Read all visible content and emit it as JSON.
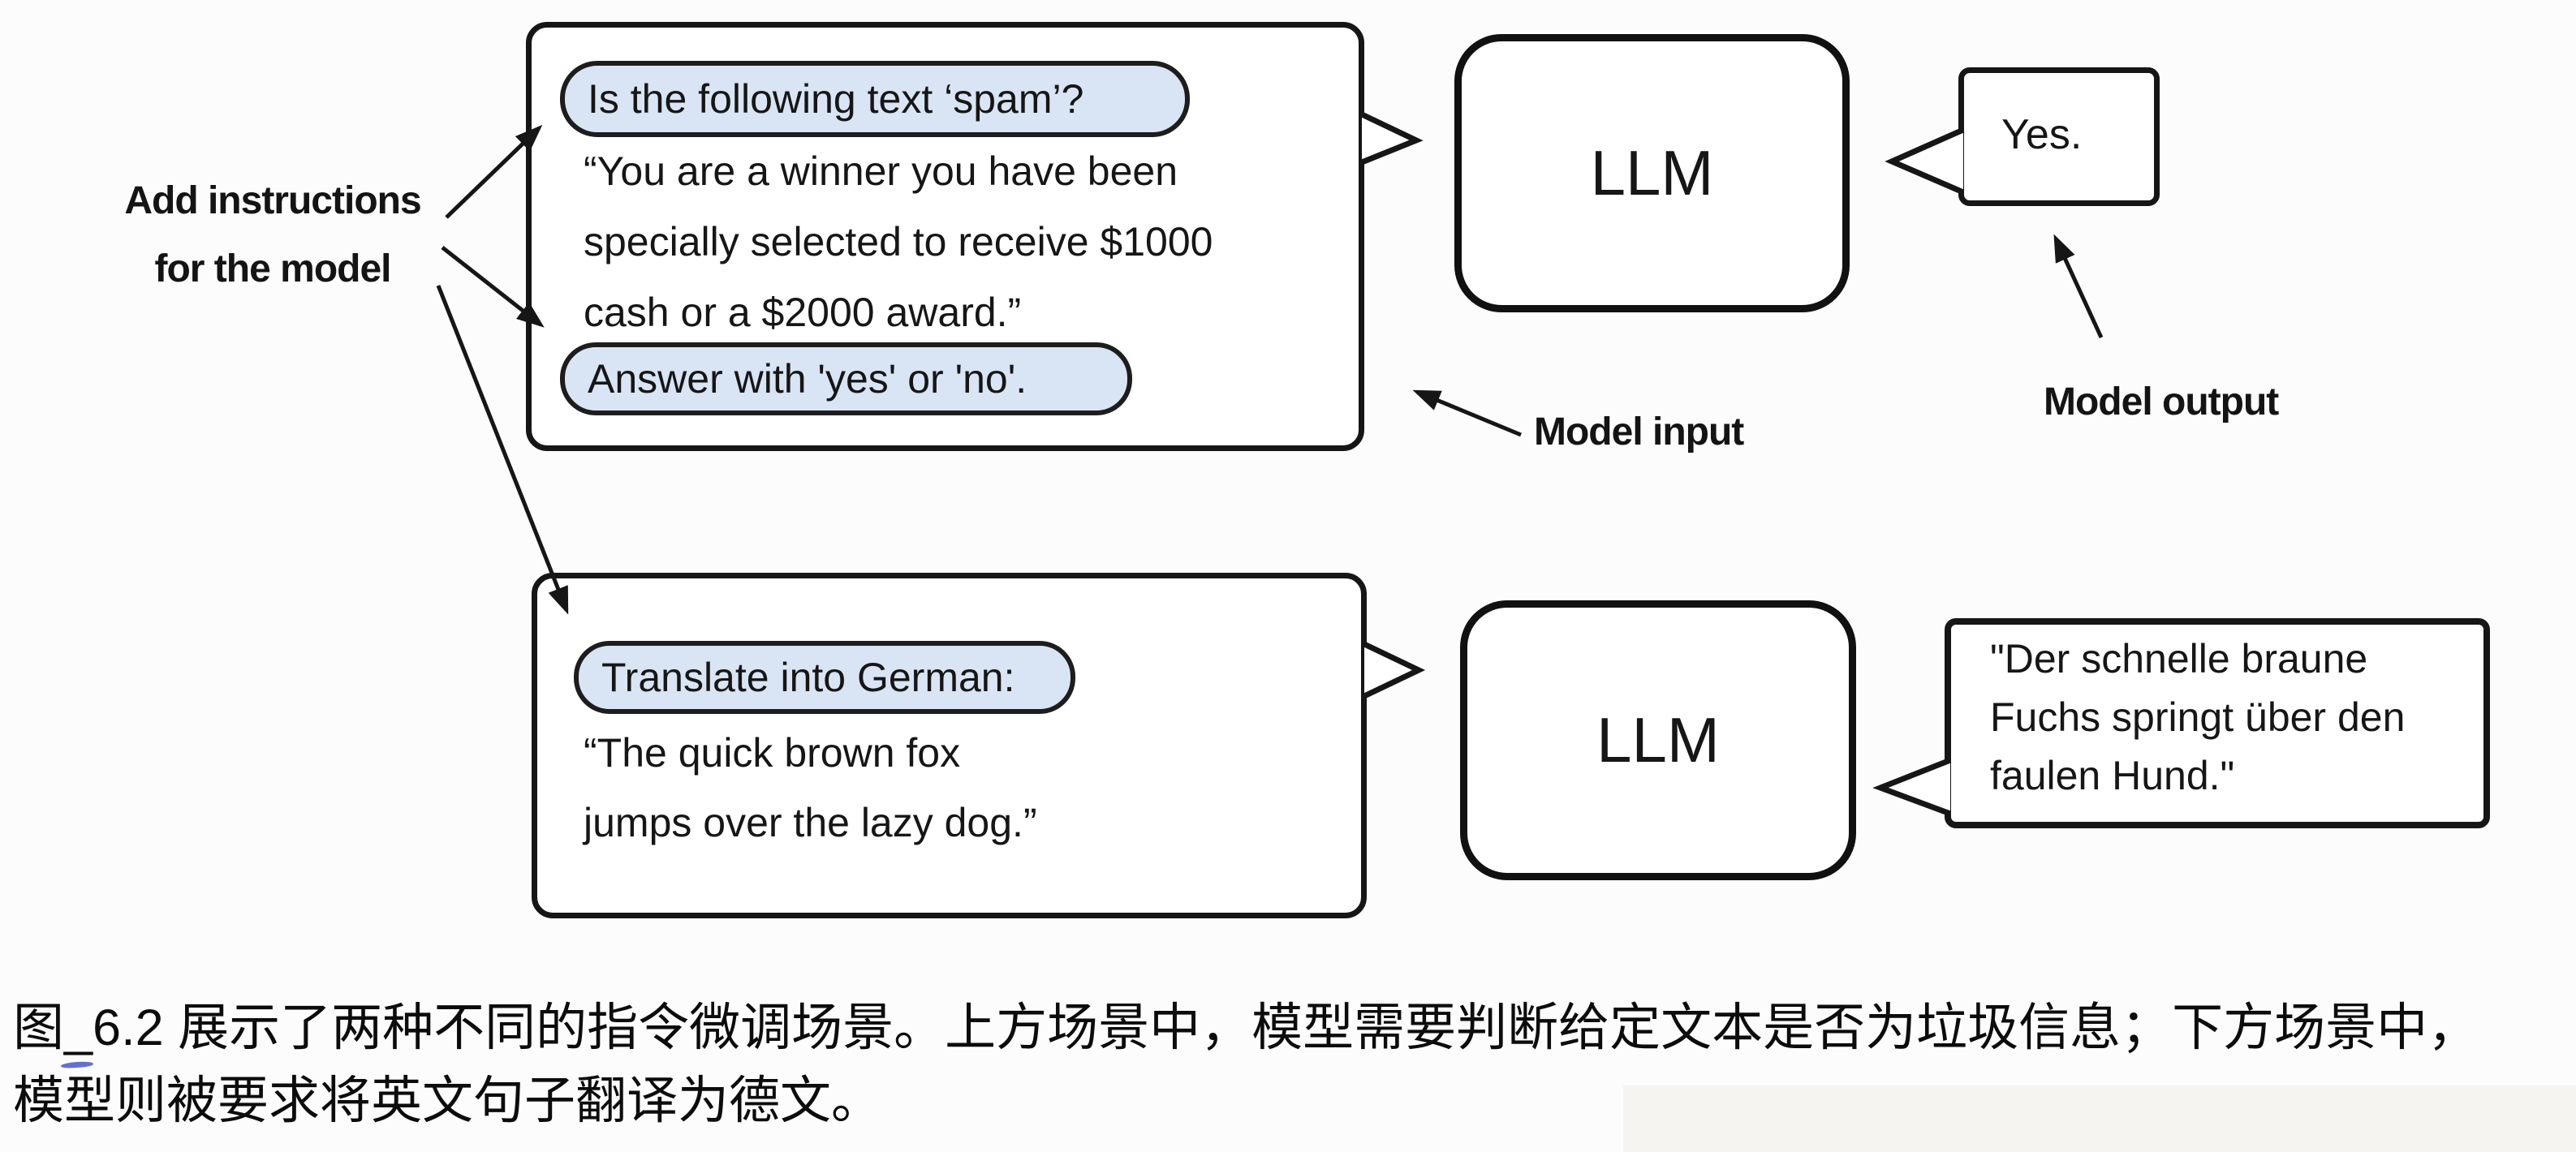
{
  "annotations": {
    "add_instructions_line1": "Add instructions",
    "add_instructions_line2": "for the model",
    "model_input": "Model input",
    "model_output": "Model output"
  },
  "scenario_top": {
    "instruction_pill_1": "Is the following text ‘spam’?",
    "body_lines": [
      "“You are a winner you have been",
      "specially selected to receive $1000",
      "cash or a $2000 award.”"
    ],
    "instruction_pill_2": "Answer with 'yes' or 'no'.",
    "llm_label": "LLM",
    "output_text": "Yes."
  },
  "scenario_bottom": {
    "instruction_pill": "Translate into German:",
    "body_lines": [
      "“The quick brown fox",
      "jumps over the lazy dog.”"
    ],
    "llm_label": "LLM",
    "output_lines": [
      "\"Der schnelle braune",
      "Fuchs springt über den",
      "faulen Hund.\""
    ]
  },
  "caption": {
    "figure_char": "图",
    "separator": "_",
    "line1_rest": "6.2 展示了两种不同的指令微调场景。上方场景中，模型需要判断给定文本是否为垃圾信息；下方场景中，",
    "line2": "模型则被要求将英文句子翻译为德文。"
  },
  "colors": {
    "instruction_highlight": "#d9e5f5",
    "outline": "#161616",
    "caption_mark_blue": "#4a57c9",
    "background": "#fcfcfc"
  }
}
